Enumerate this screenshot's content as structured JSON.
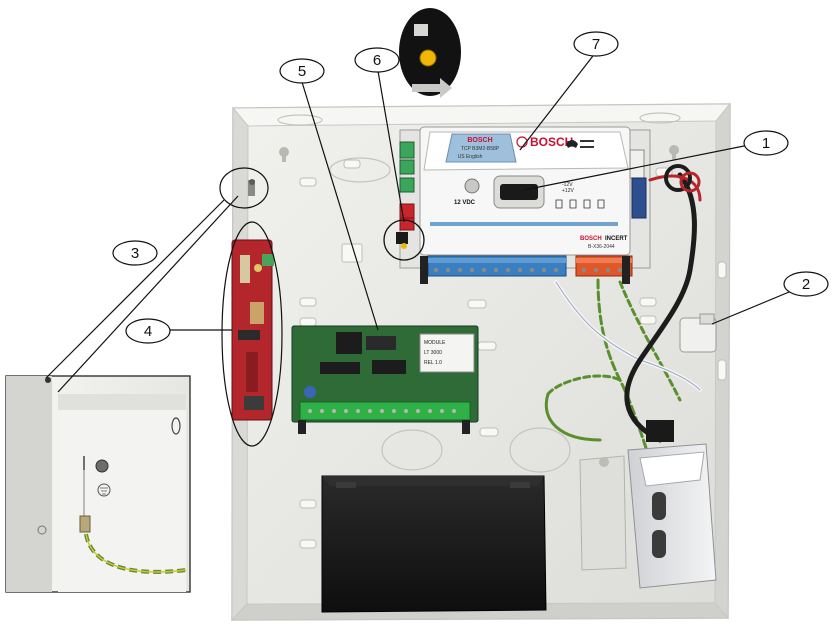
{
  "callouts": [
    {
      "id": "1",
      "label": "1"
    },
    {
      "id": "2",
      "label": "2"
    },
    {
      "id": "3",
      "label": "3"
    },
    {
      "id": "4",
      "label": "4"
    },
    {
      "id": "5",
      "label": "5"
    },
    {
      "id": "6",
      "label": "6"
    },
    {
      "id": "7",
      "label": "7"
    }
  ],
  "panel_labels": {
    "brand": "BOSCH",
    "brand_small": "BOSCH",
    "model_line": "INCERT",
    "module_sticker": "TCP B3M2-B58P",
    "module_language": "US English",
    "voltage_label": "12 VDC",
    "aux_plus": "+12V",
    "aux_minus": "-12V",
    "part_number": "B-X36-2044"
  },
  "expansion_board_labels": {
    "sticker_1": "MODULE",
    "sticker_2": "LT 3000",
    "sticker_3": "REL 1.0"
  },
  "colors": {
    "enclosure": "#e9e9e6",
    "enclosure_shadow": "#c9c9c4",
    "blue_terminals": "#3a7fc1",
    "orange_terminals": "#e0582a",
    "green_board": "#2e6b37",
    "red_board": "#b3262b",
    "battery": "#161616",
    "ground_wire": "#5a8f2e",
    "brand_red": "#c8102e"
  }
}
